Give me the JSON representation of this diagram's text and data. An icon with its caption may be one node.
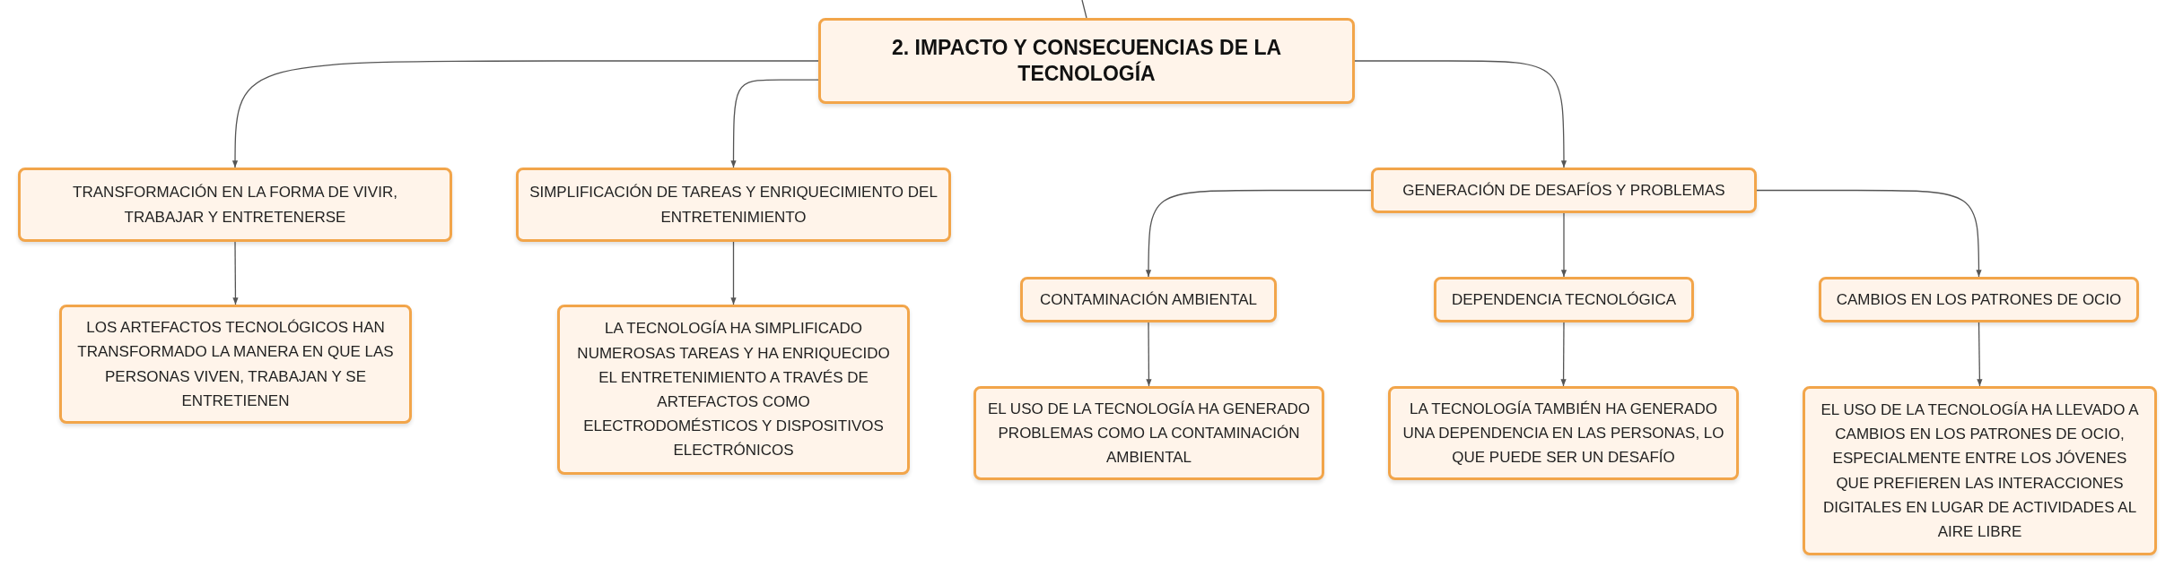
{
  "diagram": {
    "nodes": [
      {
        "text": [
          "2. IMPACTO Y CONSECUENCIAS DE LA TECNOLOGÍA"
        ]
      },
      {
        "text": [
          "TRANSFORMACIÓN EN LA FORMA DE VIVIR, TRABAJAR Y ENTRETENERSE"
        ]
      },
      {
        "text": [
          "SIMPLIFICACIÓN DE TAREAS Y ENRIQUECIMIENTO DEL ENTRETENIMIENTO"
        ]
      },
      {
        "text": [
          "GENERACIÓN DE DESAFÍOS Y PROBLEMAS"
        ]
      },
      {
        "text": [
          "LOS ARTEFACTOS TECNOLÓGICOS HAN TRANSFORMADO LA MANERA EN QUE LAS PERSONAS VIVEN, TRABAJAN Y SE ENTRETIENEN"
        ]
      },
      {
        "text": [
          "LA TECNOLOGÍA HA SIMPLIFICADO NUMEROSAS TAREAS Y HA ENRIQUECIDO EL ENTRETENIMIENTO A TRAVÉS DE ARTEFACTOS COMO ELECTRODOMÉSTICOS Y DISPOSITIVOS ELECTRÓNICOS"
        ]
      },
      {
        "text": [
          "CONTAMINACIÓN AMBIENTAL"
        ]
      },
      {
        "text": [
          "DEPENDENCIA TECNOLÓGICA"
        ]
      },
      {
        "text": [
          "CAMBIOS EN LOS PATRONES DE OCIO"
        ]
      },
      {
        "text": [
          "EL USO DE LA TECNOLOGÍA HA GENERADO PROBLEMAS COMO LA CONTAMINACIÓN AMBIENTAL"
        ]
      },
      {
        "text": [
          "LA TECNOLOGÍA TAMBIÉN HA GENERADO UNA DEPENDENCIA EN LAS PERSONAS, LO QUE PUEDE SER UN DESAFÍO"
        ]
      },
      {
        "text": [
          "EL USO DE LA TECNOLOGÍA HA LLEVADO A CAMBIOS EN LOS PATRONES DE OCIO, ESPECIALMENTE ENTRE LOS JÓVENES QUE PREFIEREN LAS INTERACCIONES DIGITALES EN LUGAR DE ACTIVIDADES AL AIRE LIBRE"
        ]
      }
    ],
    "edges": [
      {
        "from": null,
        "to": 0,
        "arrow": "none"
      },
      {
        "from": 0,
        "to": 1,
        "arrow": "to"
      },
      {
        "from": 0,
        "to": 2,
        "arrow": "to"
      },
      {
        "from": 0,
        "to": 3,
        "arrow": "to"
      },
      {
        "from": 1,
        "to": 4,
        "arrow": "to"
      },
      {
        "from": 2,
        "to": 5,
        "arrow": "to"
      },
      {
        "from": 3,
        "to": 6,
        "arrow": "to"
      },
      {
        "from": 3,
        "to": 7,
        "arrow": "to"
      },
      {
        "from": 3,
        "to": 8,
        "arrow": "to"
      },
      {
        "from": 6,
        "to": 9,
        "arrow": "to"
      },
      {
        "from": 7,
        "to": 10,
        "arrow": "to"
      },
      {
        "from": 8,
        "to": 11,
        "arrow": "to"
      }
    ]
  }
}
